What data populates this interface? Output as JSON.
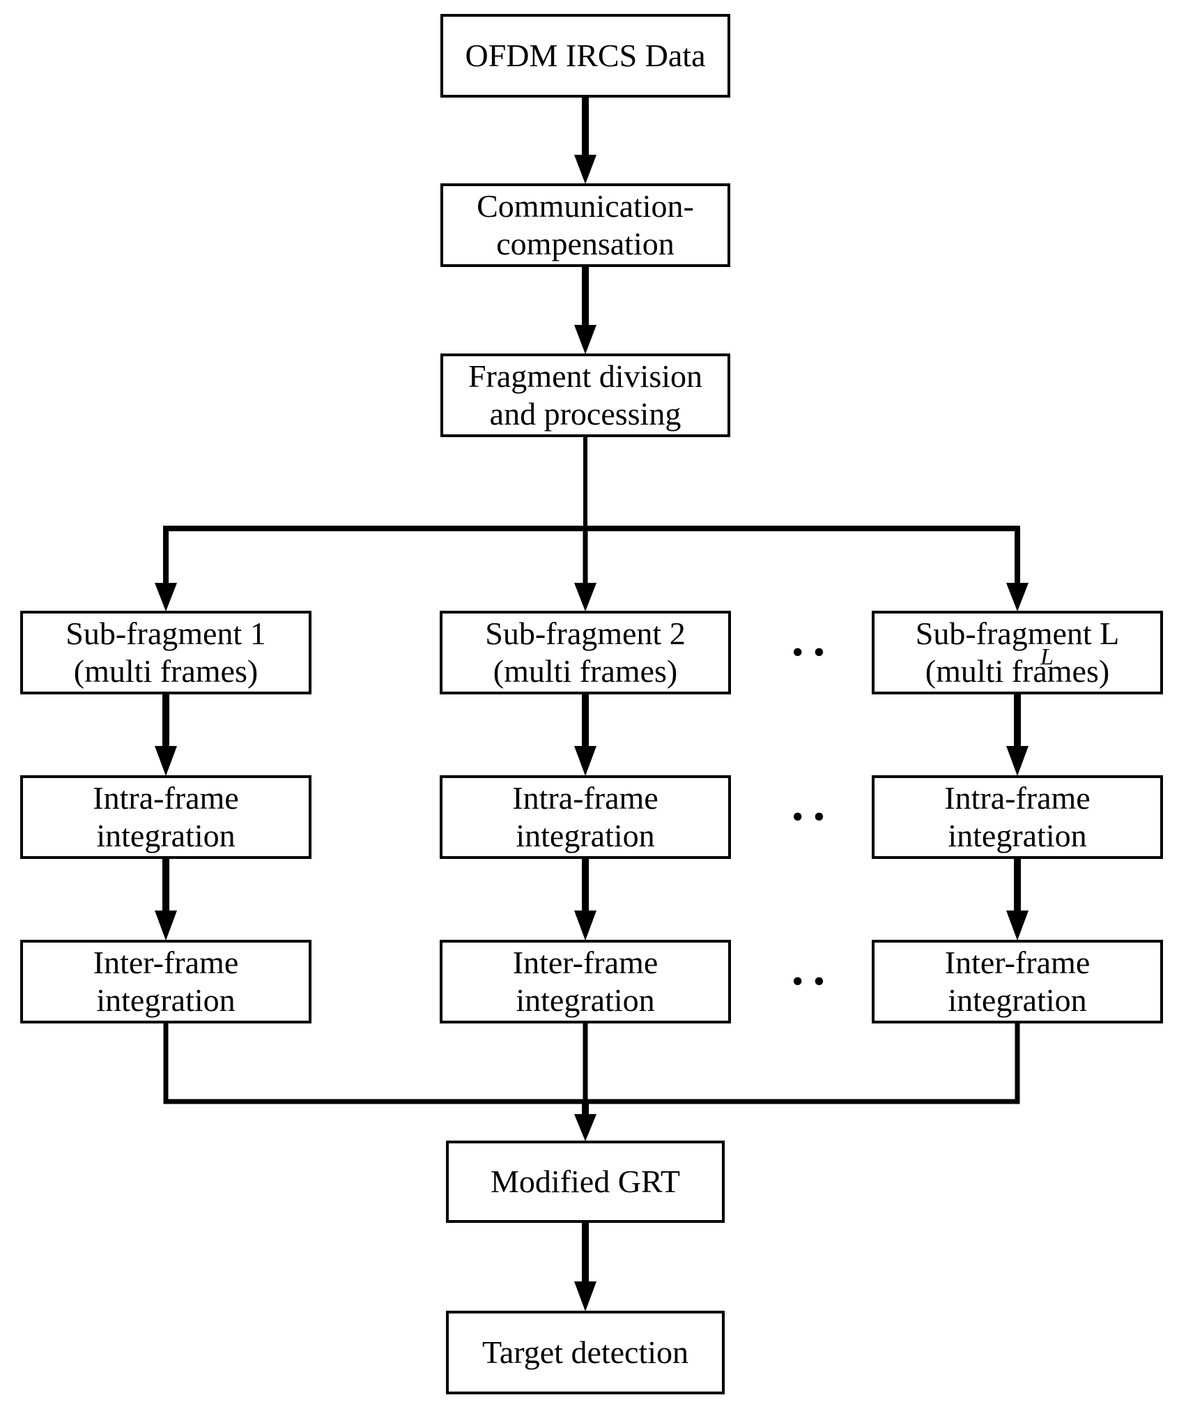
{
  "diagram": {
    "type": "flowchart",
    "colors": {
      "background": "#ffffff",
      "line": "#000000",
      "text": "#000000",
      "box_fill": "#ffffff"
    },
    "nodes": {
      "ofdm_data": {
        "label": "OFDM IRCS Data"
      },
      "communication_compensation": {
        "line1": "Communication-",
        "line2": "compensation"
      },
      "fragment_division": {
        "line1": "Fragment division",
        "line2": "and processing"
      },
      "sub_fragment_1": {
        "line1": "Sub-fragment 1",
        "line2": "(multi frames)"
      },
      "sub_fragment_2": {
        "line1": "Sub-fragment 2",
        "line2": "(multi frames)"
      },
      "sub_fragment_L": {
        "line1": "Sub-fragment L",
        "subscript": "L",
        "line2": "(multi frames)"
      },
      "intra_frame": {
        "line1": "Intra-frame",
        "line2": "integration"
      },
      "inter_frame": {
        "line1": "Inter-frame",
        "line2": "integration"
      },
      "modified_grt": {
        "label": "Modified GRT"
      },
      "target_detection": {
        "label": "Target detection"
      }
    },
    "ellipsis": "••"
  }
}
